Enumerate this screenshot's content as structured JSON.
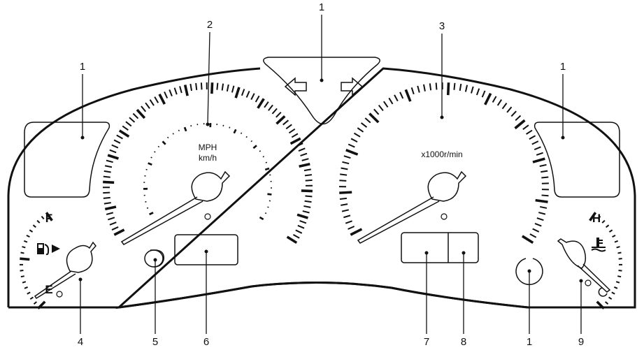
{
  "diagram": {
    "callouts": [
      {
        "id": "turn-signal",
        "label": "1"
      },
      {
        "id": "speedometer",
        "label": "2"
      },
      {
        "id": "tachometer",
        "label": "3"
      },
      {
        "id": "left-warning-window",
        "label": "1"
      },
      {
        "id": "right-warning-window",
        "label": "1"
      },
      {
        "id": "fuel-gauge",
        "label": "4"
      },
      {
        "id": "trip-reset-knob",
        "label": "5"
      },
      {
        "id": "odometer-display",
        "label": "6"
      },
      {
        "id": "display-left",
        "label": "7"
      },
      {
        "id": "display-right",
        "label": "8"
      },
      {
        "id": "warning-lamp",
        "label": "1"
      },
      {
        "id": "temperature-gauge",
        "label": "9"
      }
    ],
    "speedometer": {
      "unit_top": "MPH",
      "unit_bottom": "km/h"
    },
    "tachometer": {
      "unit": "x1000r/min"
    },
    "fuel": {
      "full": "F",
      "empty": "E",
      "icon": "fuel-pump-icon"
    },
    "temperature": {
      "hot": "H",
      "icon": "coolant-temperature-icon"
    },
    "colors": {
      "line": "#111111",
      "background": "#ffffff"
    }
  }
}
